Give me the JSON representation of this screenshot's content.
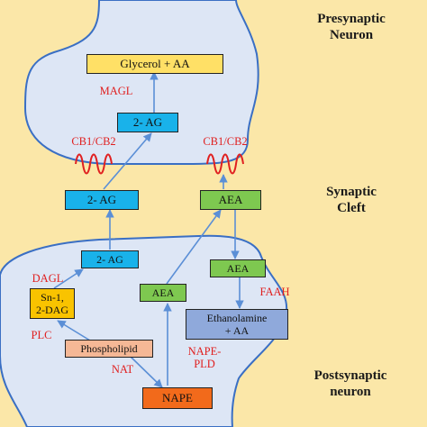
{
  "regions": {
    "presynaptic": [
      "Presynaptic",
      "Neuron"
    ],
    "cleft": [
      "Synaptic",
      "Cleft"
    ],
    "postsynaptic": [
      "Postsynaptic",
      "neuron"
    ]
  },
  "receptors": {
    "left": "CB1/CB2",
    "right": "CB1/CB2"
  },
  "enzymes": {
    "magl": "MAGL",
    "dagl": "DAGL",
    "faah": "FAAH",
    "plc": "PLC",
    "nat": "NAT",
    "nape_pld": [
      "NAPE-",
      "PLD"
    ]
  },
  "boxes": {
    "glycerol_aa": "Glycerol + AA",
    "ag_pre": "2- AG",
    "ag_cleft": "2- AG",
    "aea_cleft": "AEA",
    "ag_post": "2- AG",
    "sn_dag": [
      "Sn-1,",
      "2-DAG"
    ],
    "aea_post_left": "AEA",
    "aea_post_right": "AEA",
    "ethanolamine": [
      "Ethanolamine",
      "+ AA"
    ],
    "phospholipid": "Phospholipid",
    "nape": "NAPE"
  },
  "colors": {
    "background": "#fbe7a8",
    "membrane_fill": "#dde6f5",
    "membrane_stroke": "#3a6fc4",
    "arrow": "#5b8fd6",
    "receptor": "#e02020",
    "enzyme_text": "#e02020",
    "yellow_box": "#ffe066",
    "cyan_box": "#19b2ea",
    "green_box": "#7ec850",
    "orange_box": "#f9c300",
    "blue_box": "#8fa9db",
    "peach_box": "#f5b896",
    "nape_box": "#f26a1b"
  }
}
